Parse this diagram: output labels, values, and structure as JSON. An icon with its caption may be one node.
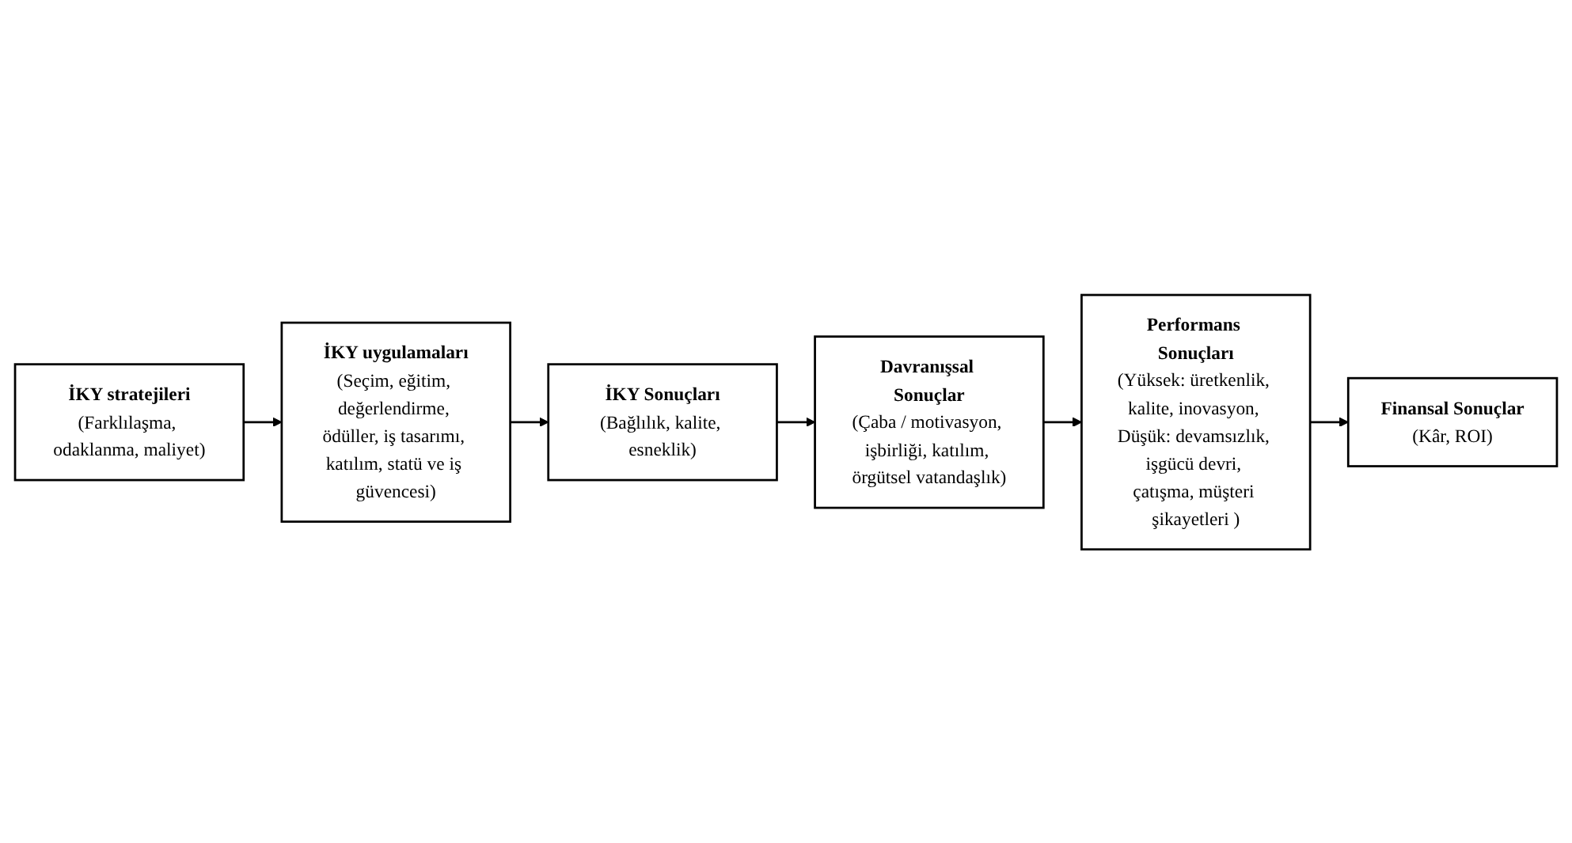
{
  "diagram": {
    "nodes": [
      {
        "text": [
          "İKY stratejileri",
          "(Farklılaşma, odaklanma, maliyet)"
        ]
      },
      {
        "text": [
          "İKY uygulamaları",
          "(Seçim, eğitim, değerlendirme, ödüller, iş tasarımı, katılım, statü ve iş güvencesi)"
        ]
      },
      {
        "text": [
          "İKY Sonuçları",
          "(Bağlılık, kalite, esneklik)"
        ]
      },
      {
        "text": [
          "Davranışsal Sonuçlar",
          "(Çaba / motivasyon, işbirliği, katılım, örgütsel vatandaşlık)"
        ]
      },
      {
        "text": [
          "Performans Sonuçları",
          "(Yüksek: üretkenlik, kalite, inovasyon, Düşük: devamsızlık, işgücü devri, çatışma, müşteri şikayetleri )"
        ]
      },
      {
        "text": [
          "Finansal Sonuçlar",
          "(Kâr, ROI)"
        ]
      }
    ],
    "edges": [
      {
        "from": 0,
        "to": 1,
        "arrow": "to"
      },
      {
        "from": 1,
        "to": 2,
        "arrow": "to"
      },
      {
        "from": 2,
        "to": 3,
        "arrow": "to"
      },
      {
        "from": 3,
        "to": 4,
        "arrow": "to"
      },
      {
        "from": 4,
        "to": 5,
        "arrow": "to"
      }
    ]
  }
}
